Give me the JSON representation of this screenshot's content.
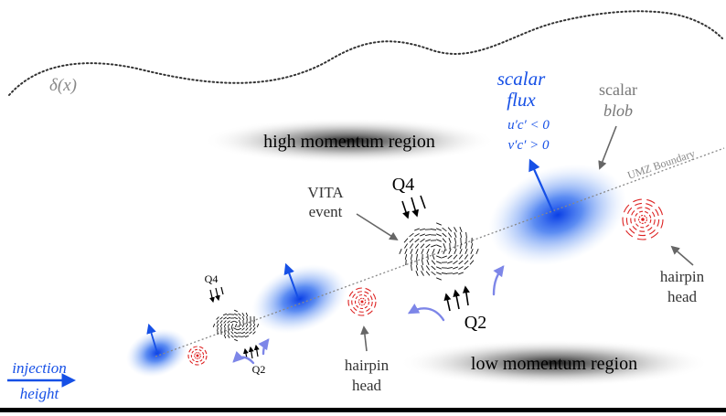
{
  "boundary_layer_label": "δ(x)",
  "regions": {
    "high": "high momentum region",
    "low": "low momentum region"
  },
  "umz_boundary_label": "UMZ Boundary",
  "scalar_flux": {
    "line1": "scalar",
    "line2": "flux",
    "eq1": "u′c′ < 0",
    "eq2": "v′c′ > 0"
  },
  "scalar_blob": {
    "line1": "scalar",
    "line2": "blob"
  },
  "vita_event": {
    "line1": "VITA",
    "line2": "event"
  },
  "quadrants": {
    "q4_large": "Q4",
    "q4_small": "Q4",
    "q2_large": "Q2",
    "q2_small": "Q2"
  },
  "hairpin_head_right": {
    "line1": "hairpin",
    "line2": "head"
  },
  "hairpin_head_mid": {
    "line1": "hairpin",
    "line2": "head"
  },
  "injection_height": {
    "line1": "injection",
    "line2": "height"
  },
  "colors": {
    "scalar_blue": "#1650e6",
    "hairpin_red": "#dd2222",
    "annotation_gray": "#777777",
    "swirl_purple": "#7d86e8"
  }
}
